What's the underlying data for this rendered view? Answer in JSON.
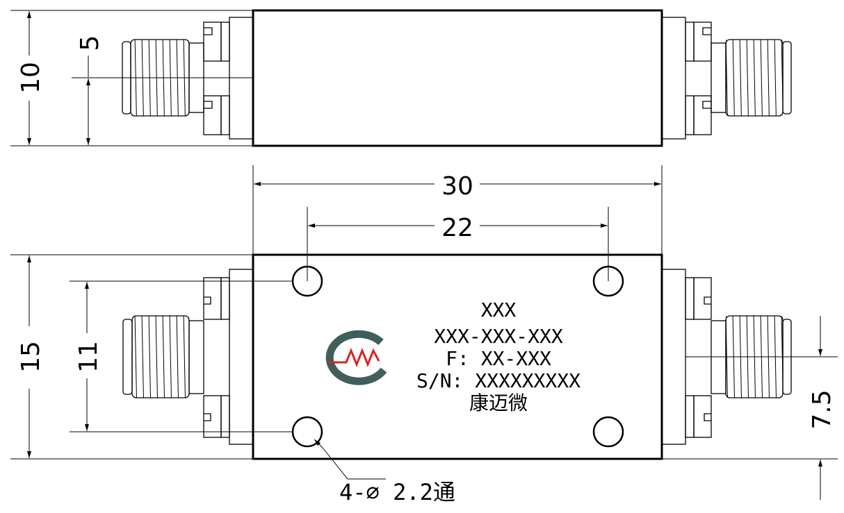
{
  "dimensions": {
    "height_side": "10",
    "center_offset": "5",
    "length_overall": "30",
    "hole_pitch_x": "22",
    "height_top": "15",
    "hole_pitch_y": "11",
    "connector_offset": "7.5",
    "hole_note": "4-∅ 2.2通"
  },
  "label": {
    "line1": "XXX",
    "line2": "XXX-XXX-XXX",
    "line3": "F: XX-XXX",
    "line4": "S/N: XXXXXXXXX",
    "line5": "康迈微"
  },
  "logo": {
    "name": "cmw-logo",
    "ring_color": "#3f5f5a",
    "wave_color": "#d9231f"
  }
}
